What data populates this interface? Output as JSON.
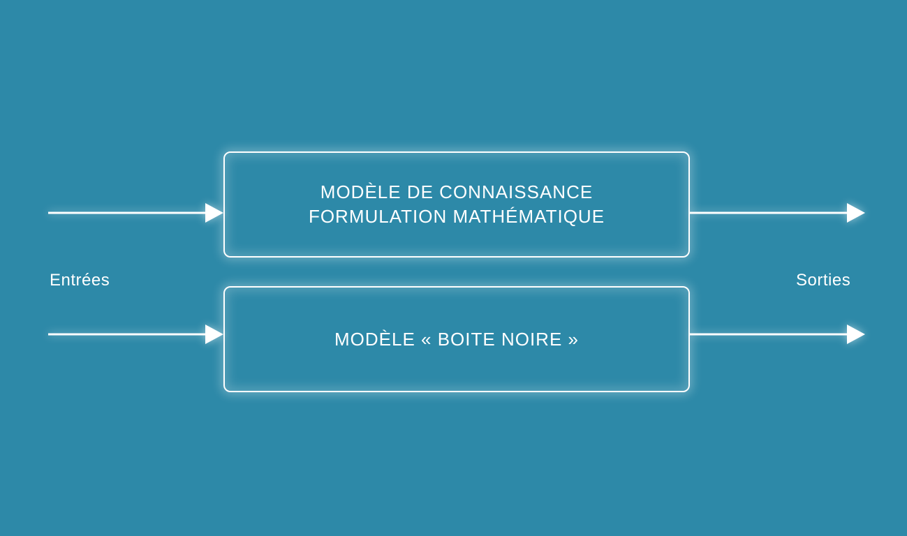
{
  "colors": {
    "background": "#2d89a8",
    "foreground": "#ffffff"
  },
  "diagram": {
    "inputs_label": "Entrées",
    "outputs_label": "Sorties",
    "boxes": [
      {
        "line1": "MODÈLE DE CONNAISSANCE",
        "line2": "FORMULATION MATHÉMATIQUE"
      },
      {
        "line1": "MODÈLE « BOITE NOIRE »"
      }
    ],
    "arrows": [
      {
        "from": "Entrées",
        "to": "MODÈLE DE CONNAISSANCE"
      },
      {
        "from": "Entrées",
        "to": "MODÈLE « BOITE NOIRE »"
      },
      {
        "from": "MODÈLE DE CONNAISSANCE",
        "to": "Sorties"
      },
      {
        "from": "MODÈLE « BOITE NOIRE »",
        "to": "Sorties"
      }
    ]
  }
}
